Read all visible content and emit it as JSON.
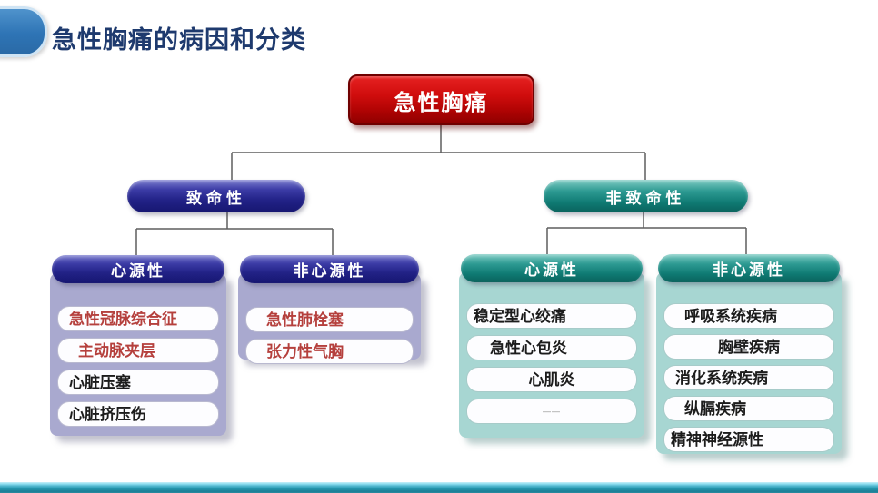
{
  "title": "急性胸痛的病因和分类",
  "root": {
    "label": "急性胸痛"
  },
  "branches": {
    "lethal": {
      "label": "致命性"
    },
    "nonlethal": {
      "label": "非致命性"
    }
  },
  "columns": [
    {
      "group": "lethal",
      "header": "心源性",
      "items": [
        {
          "text": "急性冠脉综合征",
          "emphasis": "red"
        },
        {
          "text": "主动脉夹层",
          "emphasis": "red"
        },
        {
          "text": "心脏压塞",
          "emphasis": "none"
        },
        {
          "text": "心脏挤压伤",
          "emphasis": "none"
        }
      ]
    },
    {
      "group": "lethal",
      "header": "非心源性",
      "items": [
        {
          "text": "急性肺栓塞",
          "emphasis": "red"
        },
        {
          "text": "张力性气胸",
          "emphasis": "red"
        }
      ]
    },
    {
      "group": "nonlethal",
      "header": "心源性",
      "items": [
        {
          "text": "稳定型心绞痛",
          "emphasis": "none"
        },
        {
          "text": "急性心包炎",
          "emphasis": "none"
        },
        {
          "text": "心肌炎",
          "emphasis": "none"
        },
        {
          "text": "——",
          "emphasis": "faint"
        }
      ]
    },
    {
      "group": "nonlethal",
      "header": "非心源性",
      "items": [
        {
          "text": "呼吸系统疾病",
          "emphasis": "none"
        },
        {
          "text": "胸壁疾病",
          "emphasis": "none"
        },
        {
          "text": "消化系统疾病",
          "emphasis": "none"
        },
        {
          "text": "纵膈疾病",
          "emphasis": "none"
        },
        {
          "text": "精神神经源性",
          "emphasis": "none"
        }
      ]
    }
  ],
  "colors": {
    "title_text": "#1e3a6e",
    "root_box": "#c00000",
    "lethal_pill": "#222287",
    "nonlethal_pill": "#0f7a73",
    "lethal_panel": "#a9a9cf",
    "nonlethal_panel": "#a7d6d2",
    "red_item_text": "#b5403d",
    "maroon_item_text": "#9a4133",
    "connector": "#5f5f5f",
    "bottom_bar": "#2596ad"
  }
}
